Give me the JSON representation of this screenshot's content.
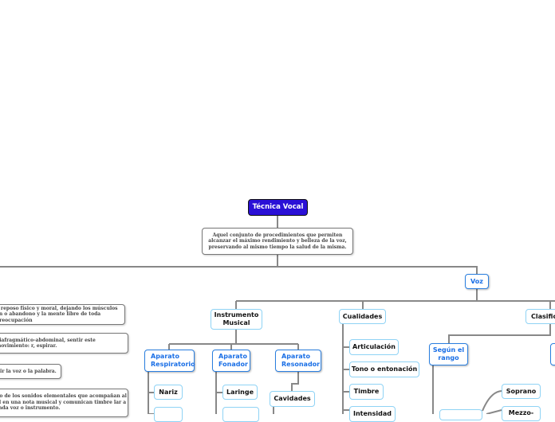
{
  "root": {
    "title": "Técnica Vocal",
    "definition": "Aquel conjunto de procedimientos que permiten alcanzar el máximo rendimiento y belleza de la voz, preservando al mismo tiempo la salud de la misma."
  },
  "left_notes": [
    "e reposo físico y moral, dejando los músculos en o abandono y la mente libre de toda preocupación",
    "diafragmático-abdominal, sentir este movimiento: r, espirar.",
    "itir la voz o la palabra.",
    "no de los sonidos elementales que acompañan al al en una nota musical y comunican timbre lar a cada voz o instrumento."
  ],
  "voz": {
    "label": "Voz",
    "instrumento": {
      "label": "Instrumento Musical",
      "respiratorio": {
        "label": "Aparato Respiratorio",
        "items": [
          "Nariz"
        ]
      },
      "fonador": {
        "label": "Aparato Fonador",
        "items": [
          "Laringe"
        ]
      },
      "resonador": {
        "label": "Aparato Resonador",
        "items": [
          "Cavidades"
        ]
      }
    },
    "cualidades": {
      "label": "Cualidades",
      "items": [
        "Articulación",
        "Tono o entonación",
        "Timbre",
        "Intensidad"
      ]
    },
    "clasificacion": {
      "label": "Clasific",
      "rango": {
        "label": "Según el rango",
        "items": [
          "Soprano",
          "Mezzo-"
        ]
      }
    }
  }
}
